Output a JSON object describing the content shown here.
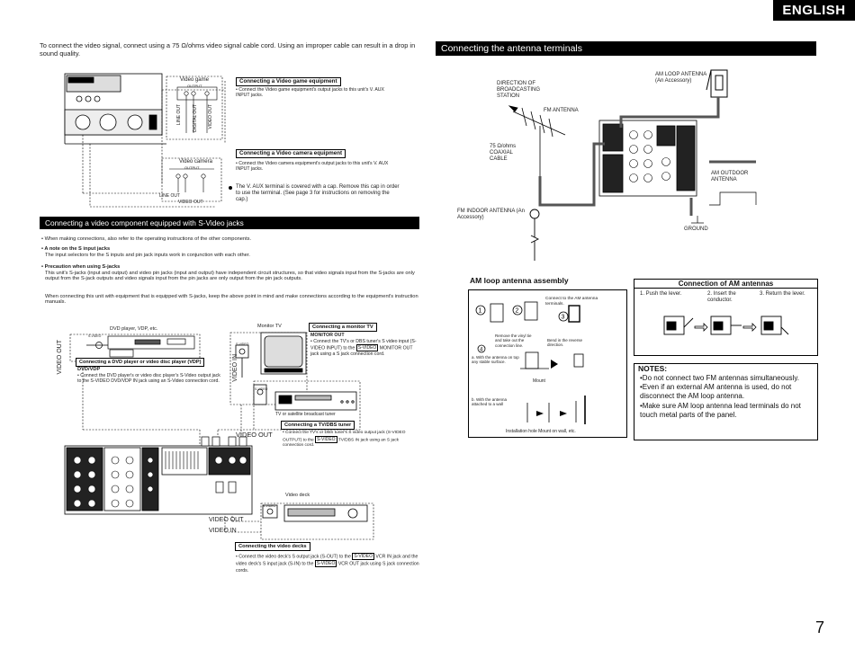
{
  "header": {
    "language_tab": "ENGLISH"
  },
  "page_number": "7",
  "left": {
    "intro": "To connect the video signal, connect using a 75 Ω/ohms video signal cable cord. Using an improper cable can result in a drop in sound quality.",
    "video_game": {
      "device_label": "Video game",
      "output_label": "OUTPUT",
      "video_label": "VIDEO",
      "header": "Connecting a Video game equipment",
      "text": "• Connect the Video game equipment's output jacks to this unit's V. AUX INPUT jacks.",
      "line_out": "LINE OUT",
      "digital_out": "DIGITAL OUT",
      "video_out": "VIDEO OUT"
    },
    "video_camera": {
      "device_label": "Video camera",
      "output_label": "OUTPUT",
      "header": "Connecting a Video camera equipment",
      "text": "• Connect the Video camera equipment's output jacks to this unit's V. AUX INPUT jacks.",
      "line_out": "LINE OUT",
      "video_out": "VIDEO OUT"
    },
    "cap_note": "The V. AUX terminal is covered with a cap. Remove this cap in order to use the terminal. (See page 3 for instructions on removing the cap.)",
    "svideo_bar": "Connecting a video component equipped with S-Video jacks",
    "bullet1": "• When making connections, also refer to the operating instructions of the other components.",
    "note_s_heading": "• A note on the S input jacks",
    "note_s_text": "The input selectors for the S inputs and pin jack inputs work in conjunction with each other.",
    "precaution_heading": "• Precaution when using S-jacks",
    "precaution_text1": "This unit's S-jacks (input and output) and video pin jacks (input and output) have independent circuit structures, so that video signals input from the S-jacks are only output from the S-jack outputs and video signals input from the pin jacks are only output from the pin jack outputs.",
    "precaution_text2": "When connecting this unit with equipment that is equipped with S-jacks, keep the above point in mind and make connections according to the equipment's instruction manuals.",
    "dvd_label": "DVD player, VDP, etc.",
    "svideo_small": "S-VIDEO",
    "video_out_vertical": "VIDEO OUT",
    "dvd_header": "Connecting a DVD player or video disc player (VDP)",
    "dvd_sub": "DVD/VDP",
    "dvd_text": "• Connect the DVD player's or video disc player's S-Video output jack to the S-VIDEO DVD/VDP IN jack using an S-Video connection cord.",
    "monitor_label": "Monitor TV",
    "monitor_header": "Connecting a monitor TV",
    "monitor_sub": "MONITOR OUT",
    "monitor_text_a": "• Connect the TV's or DBS tuner's S video input (S-VIDEO INPUT) to the",
    "monitor_badge": "S-VIDEO",
    "monitor_text_b": "MONITOR OUT jack using a S jack connection cord.",
    "video_in_vertical": "VIDEO IN",
    "tv_sat_label": "TV or satellite broadcast tuner",
    "tvdbs_header": "Connecting a TV/DBS tuner",
    "tvdbs_text_a": "• Connect the TV's or DBS tuner's S video output jack (S-VIDEO OUTPUT) to the",
    "tvdbs_badge": "S-VIDEO",
    "tvdbs_text_b": "TV/DBS IN jack using an S jack connection cord.",
    "video_out_big": "VIDEO OUT",
    "video_deck_label": "Video deck",
    "video_out_deck": "VIDEO OUT",
    "video_in_deck": "VIDEO IN",
    "deck_header": "Connecting the video decks",
    "deck_text_a": "• Connect the video deck's S output jack (S-OUT) to the",
    "deck_badge1": "S-VIDEO",
    "deck_text_b": "VCR IN jack and the video deck's S input jack (S-IN) to the",
    "deck_badge2": "S-VIDEO",
    "deck_text_c": "VCR OUT jack using S jack connection cords."
  },
  "right": {
    "antenna_bar": "Connecting the antenna terminals",
    "direction_label": "DIRECTION OF BROADCASTING STATION",
    "fm_antenna": "FM ANTENNA",
    "am_loop": "AM LOOP ANTENNA (An Accessory)",
    "coax_label": "75 Ω/ohms COAXIAL CABLE",
    "am_outdoor": "AM OUTDOOR ANTENNA",
    "fm_indoor": "FM INDOOR ANTENNA (An Accessory)",
    "ground": "GROUND",
    "am_assembly_title": "AM loop antenna assembly",
    "connect_to_am": "Connect to the AM antenna terminals.",
    "remove_vinyl": "Remove the vinyl tie and take out the connection line.",
    "bend_reverse": "Bend in the reverse direction.",
    "with_antenna_top": "a. With the antenna on top any stable surface.",
    "mount": "Mount",
    "with_antenna_wall": "b. With the antenna attached to a wall",
    "installation_hole": "Installation hole Mount on wall, etc.",
    "connection_am_title": "Connection of AM antennas",
    "push_lever": "1. Push the lever.",
    "insert_conductor": "2. Insert the conductor.",
    "return_lever": "3. Return the lever.",
    "notes_title": "NOTES:",
    "notes": [
      "•Do not connect two FM antennas simultaneously.",
      "•Even if an external AM antenna is used, do not disconnect the AM loop antenna.",
      "•Make sure AM loop antenna lead terminals do not touch metal parts of the panel."
    ]
  }
}
